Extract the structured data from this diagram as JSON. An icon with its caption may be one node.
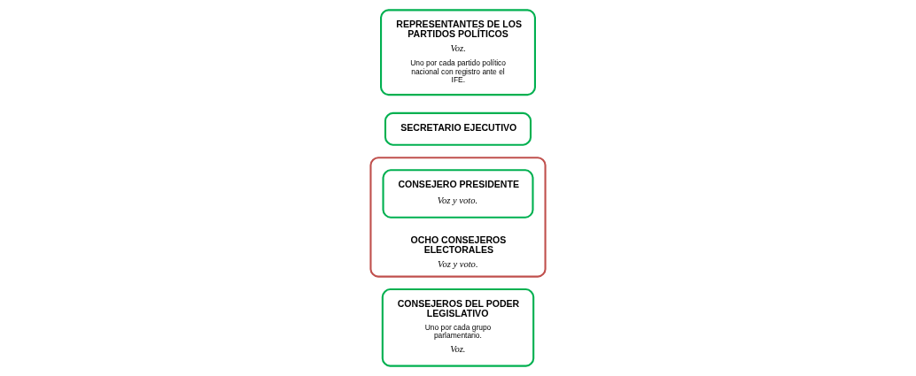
{
  "diagram": {
    "nodes": [
      {
        "text": [
          "OCHO CONSEJEROS ELECTORALES",
          "Voz y voto."
        ]
      },
      {
        "text": [
          "CONSEJERO PRESIDENTE",
          "Voz y voto."
        ],
        "in": 0
      },
      {
        "text": [
          "CONSEJEROS DEL PODER LEGISLATIVO",
          "Uno por cada grupo parlamentario.",
          "Voz."
        ]
      },
      {
        "text": [
          "REPRESENTANTES DE LOS PARTIDOS POLÍTICOS",
          "Voz.",
          "Uno por cada partido político nacional con registro ante el IFE."
        ]
      },
      {
        "text": [
          "SECRETARIO EJECUTIVO"
        ]
      }
    ],
    "edges": []
  }
}
